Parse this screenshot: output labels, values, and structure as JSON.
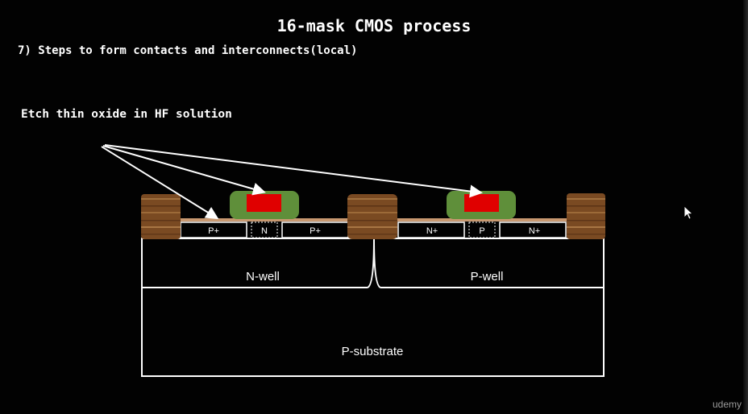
{
  "slide": {
    "title": "16-mask CMOS process",
    "subtitle": "7) Steps to form contacts and interconnects(local)",
    "annotation": "Etch thin oxide in HF solution"
  },
  "diagram": {
    "labels": {
      "p_plus_left": "P+",
      "n_channel": "N",
      "p_plus_right": "P+",
      "n_plus_left": "N+",
      "p_channel": "P",
      "n_plus_right": "N+",
      "n_well": "N-well",
      "p_well": "P-well",
      "p_substrate": "P-substrate"
    },
    "colors": {
      "background": "#020202",
      "outline": "#ffffff",
      "gate_spacer": "#5f8f3a",
      "gate_poly": "#e00000",
      "field_oxide": "#8a5a30",
      "thin_oxide": "#c89870"
    }
  },
  "watermark": "udemy"
}
